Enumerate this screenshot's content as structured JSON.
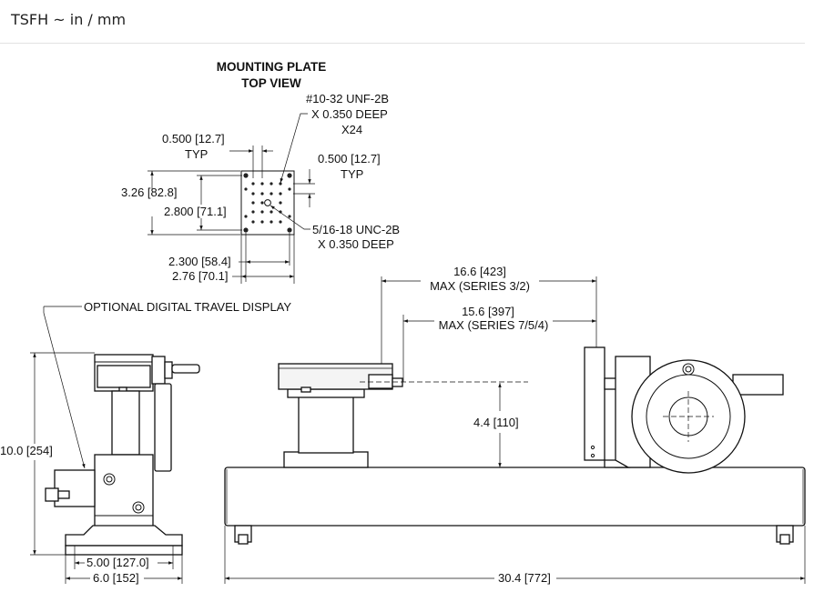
{
  "header": {
    "title": "TSFH ~ in / mm"
  },
  "top_view": {
    "title_line1": "MOUNTING PLATE",
    "title_line2": "TOP VIEW",
    "thread_line1": "#10-32 UNF-2B",
    "thread_line2": "X 0.350 DEEP",
    "thread_line3": "X24",
    "spacing_left": "0.500 [12.7]",
    "spacing_left_typ": "TYP",
    "spacing_right": "0.500 [12.7]",
    "spacing_right_typ": "TYP",
    "outer_height": "3.26 [82.8]",
    "hole_height": "2.800 [71.1]",
    "center_thread_line1": "5/16-18 UNC-2B",
    "center_thread_line2": "X 0.350 DEEP",
    "hole_width": "2.300 [58.4]",
    "outer_width": "2.76 [70.1]"
  },
  "side_view": {
    "display_callout": "OPTIONAL DIGITAL TRAVEL DISPLAY",
    "total_height": "10.0 [254]",
    "base_hole_width": "5.00 [127.0]",
    "base_width": "6.0 [152]"
  },
  "front_view": {
    "max_travel_a_line1": "16.6 [423]",
    "max_travel_a_line2": "MAX (SERIES 3/2)",
    "max_travel_b_line1": "15.6 [397]",
    "max_travel_b_line2": "MAX (SERIES 7/5/4)",
    "plate_height": "4.4 [110]",
    "overall_length": "30.4 [772]"
  }
}
